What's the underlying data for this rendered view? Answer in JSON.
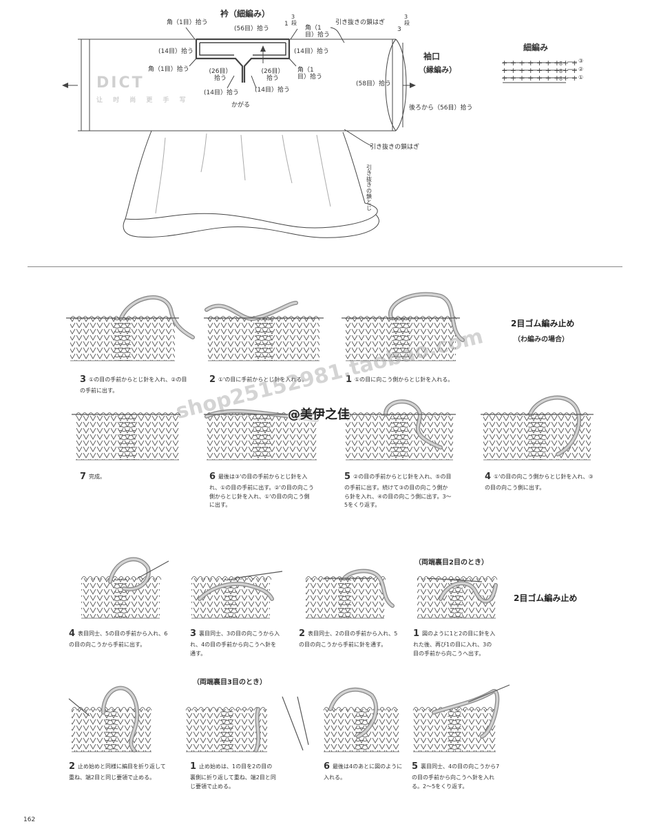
{
  "garment": {
    "collar_title": "衿（細編み）",
    "rows3_top": "3段",
    "rows3_right": "3段",
    "num_1": "1",
    "num_3": "3",
    "collar_56": "(56目）拾う",
    "corner_tl": "角（1目）拾う",
    "corner_tr": "角（1目）拾う",
    "corner_ml": "角（1目）拾う",
    "corner_mr": "角（1目）拾う",
    "pick14_l": "(14目）拾う",
    "pick14_r": "(14目）拾う",
    "pick26_l": "(26目）拾う",
    "pick26_r": "(26目）拾う",
    "pick14_bl": "(14目）拾う",
    "pick14_br": "(14目）拾う",
    "kagaru": "かがる",
    "slip_seam_top": "引き抜きの鎖はぎ",
    "slip_seam_bottom": "引き抜きの鎖はぎ",
    "slip_chain_close": "引き抜きの鎖とじ",
    "cuff_title": "袖口",
    "cuff_sub": "（縁編み）",
    "cuff_58": "(58目）拾う",
    "back_56": "後ろから（56目）拾う",
    "sc_title": "細編み",
    "sc_r1": "①",
    "sc_r2": "②",
    "sc_r3": "③"
  },
  "section1": {
    "title": "2目ゴム編み止め",
    "subtitle": "（わ編みの場合）",
    "steps": [
      {
        "num": "3",
        "text": "①の目の手前からとじ針を入れ、②の目の手前に出す。"
      },
      {
        "num": "2",
        "text": "①'の目に手前からとじ針を入れる。"
      },
      {
        "num": "1",
        "text": "①の目に向こう側からとじ針を入れる。"
      },
      {
        "num": "7",
        "text": "完成。"
      },
      {
        "num": "6",
        "text": "最後は③'の目の手前からとじ針を入れ、①の目の手前に出す。②'の目の向こう側からとじ針を入れ、①'の目の向こう側に出す。"
      },
      {
        "num": "5",
        "text": "②の目の手前からとじ針を入れ、⑤の目の手前に出す。続けて③の目の向こう側から針を入れ、④の目の向こう側に出す。3～5をくり返す。"
      },
      {
        "num": "4",
        "text": "①'の目の向こう側からとじ針を入れ、③の目の向こう側に出す。"
      }
    ]
  },
  "section2": {
    "title": "2目ゴム編み止め",
    "sub_purl2": "（両端裏目2目のとき）",
    "sub_purl3": "（両端裏目3目のとき）",
    "steps": [
      {
        "num": "4",
        "text": "表目同士、5の目の手前から入れ、6の目の向こうから手前に出す。"
      },
      {
        "num": "3",
        "text": "裏目同士、3の目の向こうから入れ、4の目の手前から向こうへ針を通す。"
      },
      {
        "num": "2",
        "text": "表目同士、2の目の手前から入れ、5の目の向こうから手前に針を通す。"
      },
      {
        "num": "1",
        "text": "図のように1と2の目に針を入れた後、再び1の目に入れ、3の目の手前から向こうへ出す。"
      },
      {
        "num": "2",
        "text": "止め始めと同様に編目を折り返して重ね、端2目と同じ要領で止める。"
      },
      {
        "num": "1",
        "text": "止め始めは、1の目を2の目の裏側に折り返して重ね、端2目と同じ要領で止める。"
      },
      {
        "num": "6",
        "text": "最後は4のあとに図のように入れる。"
      },
      {
        "num": "5",
        "text": "裏目同士、4の目の向こうから7の目の手前から向こうへ針を入れる。2～5をくり返す。"
      }
    ]
  },
  "watermark": {
    "shop": "shop25152981.taobao.com",
    "handle": "@美伊之佳",
    "logo_top": "DICT",
    "logo_sub": "让 时 尚 更 手 写"
  },
  "page_number": "162",
  "colors": {
    "line": "#444444",
    "yarn": "#9a9a9a",
    "yarn_fill": "#bdbdbd",
    "divider": "#888888"
  }
}
